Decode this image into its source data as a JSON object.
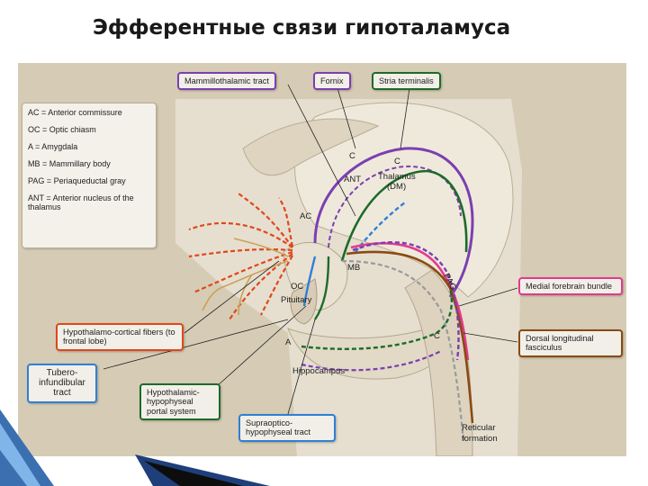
{
  "slide": {
    "title": "Эфферентные связи гипоталамуса"
  },
  "legend": [
    {
      "text": "AC = Anterior commissure"
    },
    {
      "text": "OC = Optic chiasm"
    },
    {
      "text": "A = Amygdala"
    },
    {
      "text": "MB = Mammillary body"
    },
    {
      "text": "PAG = Periaqueductal gray"
    },
    {
      "text": "ANT = Anterior nucleus of the thalamus"
    }
  ],
  "boxes": {
    "mammillothalamic": "Mammillothalamic tract",
    "fornix": "Fornix",
    "stria": "Stria terminalis",
    "mfb": "Medial forebrain bundle",
    "dlf": "Dorsal longitudinal fasciculus",
    "hypothalamo_cortical": "Hypothalamo-cortical fibers (to frontal lobe)",
    "tubero": "Tubero-infundibular tract",
    "portal": "Hypothalamic-hypophyseal portal system",
    "supraoptico": "Supraoptico-hypophyseal tract"
  },
  "labels": {
    "thalamus": "Thalamus",
    "thalamus_dm": "(DM)",
    "ant": "ANT",
    "ac": "AC",
    "mb": "MB",
    "oc": "OC",
    "pituitary": "Pituitary",
    "hippocampus": "Hippocampus",
    "a": "A",
    "pag": "PAG",
    "c1": "C",
    "c2": "C",
    "c3": "C",
    "reticular": "Reticular",
    "formation": "formation"
  },
  "colors": {
    "red": "#e0471c",
    "purple": "#7b3fb0",
    "green": "#1c6b2a",
    "blue": "#2f7fd6",
    "magenta": "#e23a8e",
    "brown": "#8a4a12",
    "gray": "#9a9a9a",
    "tan": "#c9a25a"
  }
}
